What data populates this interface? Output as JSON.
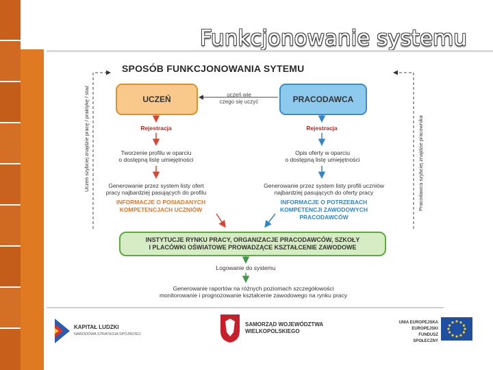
{
  "slide": {
    "title": "Funkcjonowanie systemu"
  },
  "diagram": {
    "title": "SPOSÓB FUNKCJONOWANIA SYTEMU",
    "student_box": "UCZEŃ",
    "employer_box": "PRACODAWCA",
    "middle_note": [
      "uczeń wie",
      "czego się uczyć"
    ],
    "student_flow": {
      "registration": "Rejestracja",
      "profile": [
        "Tworzenie profilu w oparciu",
        "o dostępną listę umiejętności"
      ],
      "generate": [
        "Generowanie przez system listy ofert",
        "pracy najbardziej pasujących do profilu"
      ],
      "info": [
        "INFORMACJE O POSIADANYCH",
        "KOMPETENCJACH UCZNIÓW"
      ]
    },
    "employer_flow": {
      "registration": "Rejestracja",
      "offer": [
        "Opis oferty w oparciu",
        "o dostępną listę umiejętności"
      ],
      "generate": [
        "Generowanie przez system listy profili uczniów",
        "najbardziej pasujących do oferty pracy"
      ],
      "info": [
        "INFORMACJE O POTRZEBACH",
        "KOMPETENCJI ZAWODOWYCH",
        "PRACODAWCÓW"
      ]
    },
    "institutions_box": [
      "INSTYTUCJE RYNKU PRACY, ORGANIZACJE PRACODAWCÓW, SZKOŁY",
      "I PLACÓWKI OŚWIATOWE PROWADZĄCE KSZTAŁCENIE ZAWODOWE"
    ],
    "login": "Logowanie do systemu",
    "reports": [
      "Generowanie raportów na różnych poziomach szczegółowości",
      "monitorowanie i prognozowanie kształcenie zawodowego na rynku pracy"
    ],
    "side_left": "Uczeń szybciej znajdzie pracę / praktykę / staż",
    "side_right": "Pracodawca szybciej znajdzie pracownika"
  },
  "logos": {
    "kl_title": "KAPITAŁ LUDZKI",
    "kl_sub": "NARODOWA STRATEGIA SPÓJNOŚCI",
    "sw_title": [
      "SAMORZĄD WOJEWÓDZTWA",
      "WIELKOPOLSKIEGO"
    ],
    "ue_title": [
      "UNIA EUROPEJSKA",
      "EUROPEJSKI",
      "FUNDUSZ SPOŁECZNY"
    ]
  },
  "colors": {
    "accent_orange": "#e07a22",
    "student": "#f8c98a",
    "employer": "#8ec9ee",
    "institutions": "#d6ecc4",
    "arrow_red": "#d9452e",
    "arrow_green": "#3f9a45"
  }
}
